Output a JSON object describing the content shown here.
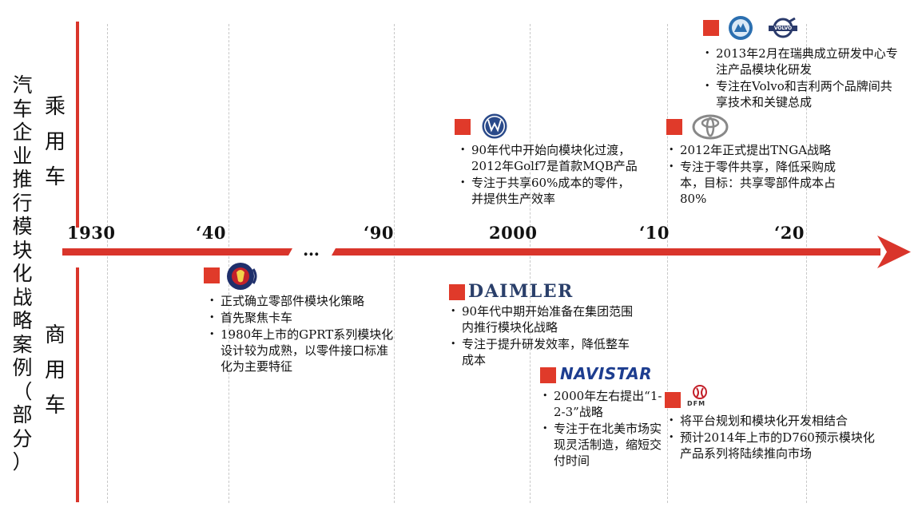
{
  "title_chars": [
    "汽",
    "车",
    "企",
    "业",
    "推",
    "行",
    "模",
    "块",
    "化",
    "战",
    "略",
    "案",
    "例",
    "（",
    "部",
    "分",
    "）"
  ],
  "categories": {
    "passenger": [
      "乘",
      "用",
      "车"
    ],
    "commercial": [
      "商",
      "用",
      "车"
    ]
  },
  "timeline": {
    "years": [
      "1930",
      "‘40",
      "…",
      "‘90",
      "2000",
      "‘10",
      "‘20"
    ]
  },
  "colors": {
    "accent": "#d9352b",
    "square": "#e03a2a"
  },
  "entries": {
    "geely_volvo": {
      "logos": [
        "geely-logo-icon",
        "volvo-logo-icon"
      ],
      "volvo_text": "VOLVO",
      "bullets": [
        "2013年2月在瑞典成立研发中心专注产品模块化研发",
        "专注在Volvo和吉利两个品牌间共享技术和关键总成"
      ]
    },
    "vw": {
      "logos": [
        "vw-logo-icon"
      ],
      "bullets": [
        "90年代中开始向模块化过渡，2012年Golf7是首款MQB产品",
        "专注于共享60%成本的零件，并提供生产效率"
      ]
    },
    "toyota": {
      "logos": [
        "toyota-logo-icon"
      ],
      "bullets": [
        "2012年正式提出TNGA战略",
        "专注于零件共享，降低采购成本，目标：共享零部件成本占80%"
      ]
    },
    "scania": {
      "logos": [
        "scania-logo-icon"
      ],
      "bullets": [
        "正式确立零部件模块化策略",
        "首先聚焦卡车",
        "1980年上市的GPRT系列模块化设计较为成熟，以零件接口标准化为主要特征"
      ]
    },
    "daimler": {
      "logo_text": "DAIMLER",
      "bullets": [
        "90年代中期开始准备在集团范围内推行模块化战略",
        "专注于提升研发效率，降低整车成本"
      ]
    },
    "navistar": {
      "logo_text": "NAVISTAR",
      "bullets": [
        "2000年左右提出“1-2-3”战略",
        "专注于在北美市场实现灵活制造，缩短交付时间"
      ]
    },
    "dfm": {
      "logo_text": "DFM",
      "bullets": [
        "将平台规划和模块化开发相结合",
        "预计2014年上市的D760预示模块化产品系列将陆续推向市场"
      ]
    }
  }
}
